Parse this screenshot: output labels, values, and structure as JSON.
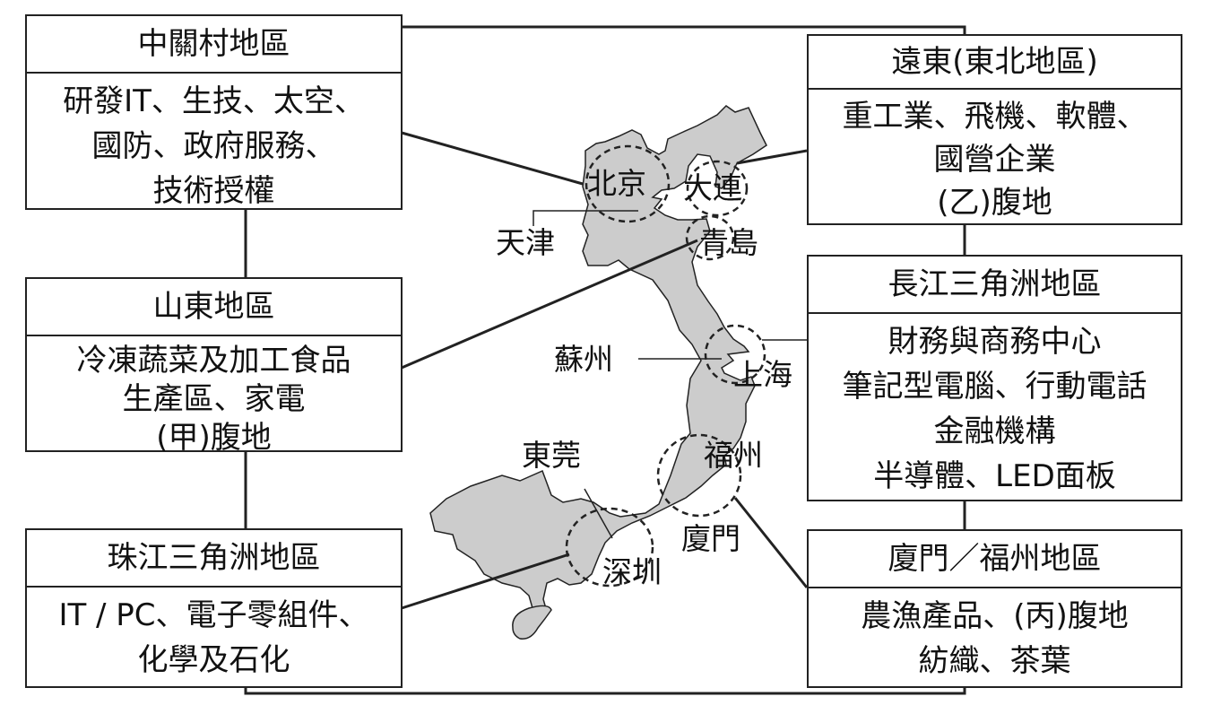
{
  "regions": {
    "zhongguancun": {
      "title": "中關村地區",
      "lines": [
        "研發IT、生技、太空、",
        "國防、政府服務、",
        "技術授權"
      ]
    },
    "shandong": {
      "title": "山東地區",
      "lines": [
        "冷凍蔬菜及加工食品",
        "生產區、家電",
        "(甲)腹地"
      ]
    },
    "pearl_river": {
      "title": "珠江三角洲地區",
      "lines": [
        "IT / PC、電子零組件、",
        "化學及石化"
      ]
    },
    "far_east": {
      "title": "遠東(東北地區)",
      "lines": [
        "重工業、飛機、軟體、",
        "國營企業",
        "(乙)腹地"
      ]
    },
    "yangtze": {
      "title": "長江三角洲地區",
      "lines": [
        "財務與商務中心",
        "筆記型電腦、行動電話",
        "金融機構",
        "半導體、LED面板"
      ]
    },
    "xiamen_fuzhou": {
      "title": "廈門／福州地區",
      "lines": [
        "農漁產品、(丙)腹地",
        "紡織、茶葉"
      ]
    }
  },
  "cities": {
    "beijing": "北京",
    "dalian": "大連",
    "tianjin": "天津",
    "qingdao": "青島",
    "suzhou": "蘇州",
    "shanghai": "上海",
    "dongguan": "東莞",
    "fuzhou": "福州",
    "xiamen": "廈門",
    "shenzhen": "深圳"
  },
  "colors": {
    "land": "#cccccc",
    "line": "#222222"
  }
}
